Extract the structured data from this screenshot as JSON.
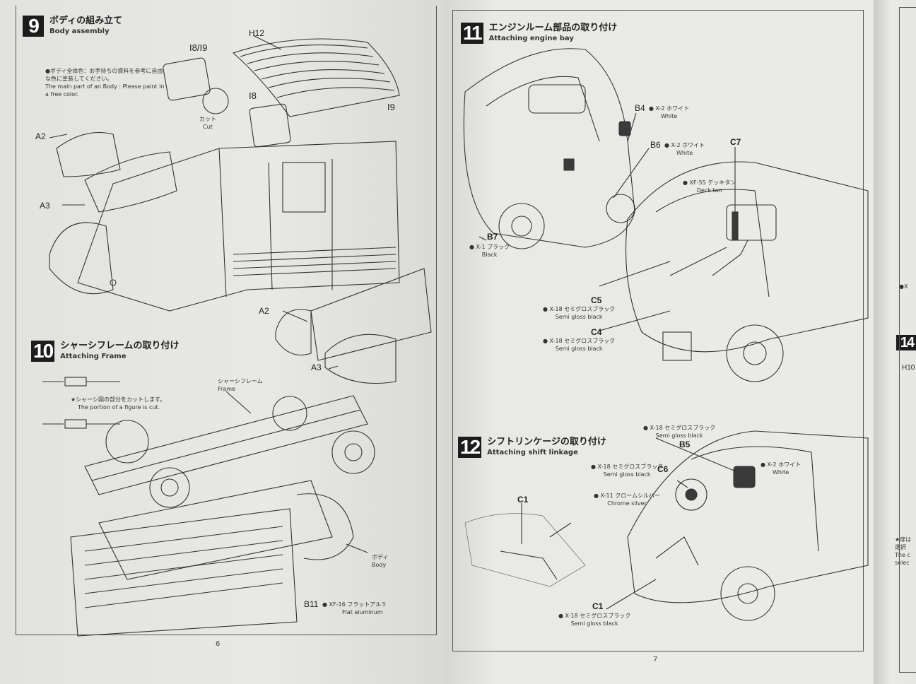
{
  "pages": [
    {
      "page_number": "6",
      "steps": [
        {
          "number": "9",
          "title_jp": "ボディの組み立て",
          "title_en": "Body assembly",
          "note_jp": "●ボディ全体色：お手持ちの資料を参考に自由な色に塗装してください。",
          "note_en": "The main part of an Body : Please paint in a free color.",
          "parts": [
            "H12",
            "I8/I9",
            "I8",
            "I9",
            "A2",
            "A3",
            "A2",
            "A3"
          ],
          "cut_label_jp": "カット",
          "cut_label_en": "Cut"
        },
        {
          "number": "10",
          "title_jp": "シャーシフレームの取り付け",
          "title_en": "Attaching Frame",
          "note_jp": "★シャーシ図の部分をカットします。",
          "note_en": "The portion of a figure is cut.",
          "frame_label_jp": "シャーシフレーム",
          "frame_label_en": "Frame",
          "body_label_jp": "ボディ",
          "body_label_en": "Body",
          "paint_callouts": [
            {
              "part": "B11",
              "code": "XF-16",
              "name_jp": "フラットアルミ",
              "name_en": "Flat aluminum"
            }
          ]
        }
      ]
    },
    {
      "page_number": "7",
      "steps": [
        {
          "number": "11",
          "title_jp": "エンジンルーム部品の取り付け",
          "title_en": "Attaching engine bay",
          "parts": [
            "C7"
          ],
          "paint_callouts": [
            {
              "part": "B4",
              "code": "X-2",
              "name_jp": "ホワイト",
              "name_en": "White"
            },
            {
              "part": "B6",
              "code": "X-2",
              "name_jp": "ホワイト",
              "name_en": "White"
            },
            {
              "part": "",
              "code": "XF-55",
              "name_jp": "デッキタン",
              "name_en": "Deck tan"
            },
            {
              "part": "B7",
              "code": "X-1",
              "name_jp": "ブラック",
              "name_en": "Black"
            },
            {
              "part": "C5",
              "code": "X-18",
              "name_jp": "セミグロスブラック",
              "name_en": "Semi gloss black"
            },
            {
              "part": "C4",
              "code": "X-18",
              "name_jp": "セミグロスブラック",
              "name_en": "Semi gloss black"
            }
          ]
        },
        {
          "number": "12",
          "title_jp": "シフトリンケージの取り付け",
          "title_en": "Attaching shift linkage",
          "parts": [
            "C1"
          ],
          "paint_callouts": [
            {
              "part": "B5",
              "code": "X-18",
              "name_jp": "セミグロスブラック",
              "name_en": "Semi gloss black"
            },
            {
              "part": "",
              "code": "X-2",
              "name_jp": "ホワイト",
              "name_en": "White"
            },
            {
              "part": "C6",
              "code": "X-18",
              "name_jp": "セミグロスブラック",
              "name_en": "Semi gloss black"
            },
            {
              "part": "",
              "code": "X-11",
              "name_jp": "クロームシルバー",
              "name_en": "Chrome silver"
            },
            {
              "part": "C1",
              "code": "X-18",
              "name_jp": "セミグロスブラック",
              "name_en": "Semi gloss black"
            }
          ]
        }
      ]
    },
    {
      "partial": true,
      "steps": [
        {
          "number": "14",
          "parts": [
            "H10"
          ],
          "note_jp": "★扉は 選択",
          "note_en": "The c selec",
          "code_fragment": "●X"
        }
      ]
    }
  ]
}
